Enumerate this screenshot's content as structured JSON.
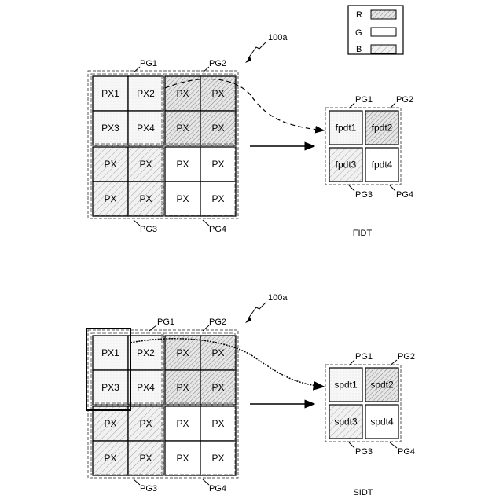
{
  "legend": [
    {
      "label": "R",
      "fill": "hatch-dense"
    },
    {
      "label": "G",
      "fill": "none"
    },
    {
      "label": "B",
      "fill": "hatch-sparse"
    }
  ],
  "ref": "100a",
  "groups": [
    "PG1",
    "PG2",
    "PG3",
    "PG4"
  ],
  "top_grid": [
    [
      "PX1",
      "PX2",
      "PX",
      "PX"
    ],
    [
      "PX3",
      "PX4",
      "PX",
      "PX"
    ],
    [
      "PX",
      "PX",
      "PX",
      "PX"
    ],
    [
      "PX",
      "PX",
      "PX",
      "PX"
    ]
  ],
  "bottom_grid": [
    [
      "PX1",
      "PX2",
      "PX",
      "PX"
    ],
    [
      "PX3",
      "PX4",
      "PX",
      "PX"
    ],
    [
      "PX",
      "PX",
      "PX",
      "PX"
    ],
    [
      "PX",
      "PX",
      "PX",
      "PX"
    ]
  ],
  "fidt_cells": [
    "fpdt1",
    "fpdt2",
    "fpdt3",
    "fpdt4"
  ],
  "sidt_cells": [
    "spdt1",
    "spdt2",
    "spdt3",
    "spdt4"
  ],
  "fidt_caption": "FIDT",
  "sidt_caption": "SIDT"
}
